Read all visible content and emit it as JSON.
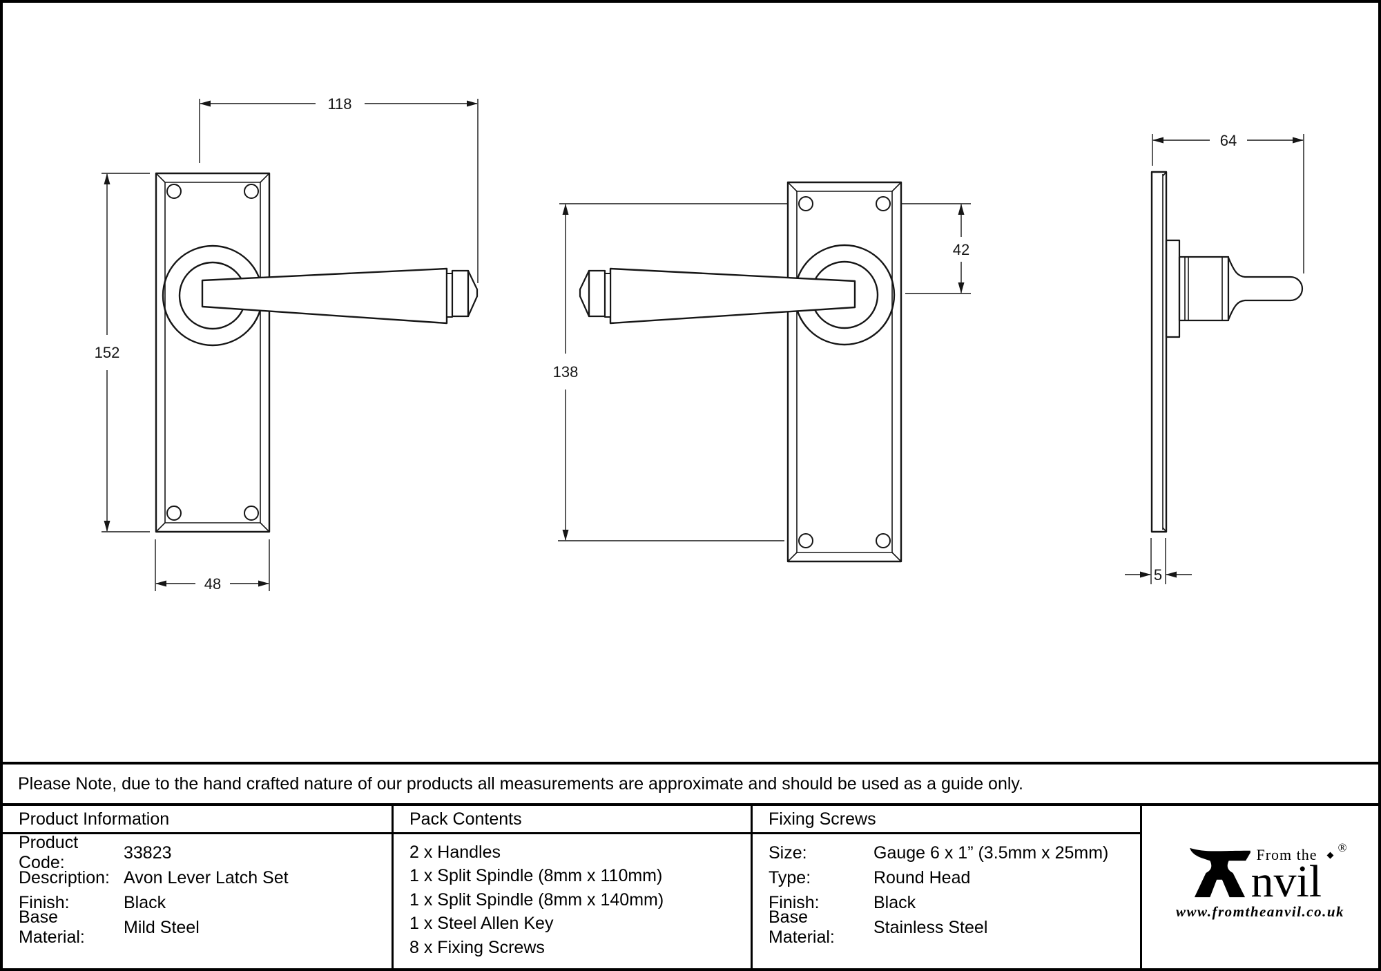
{
  "note": "Please Note, due to the hand crafted nature of our products all measurements are approximate and should be used as a guide only.",
  "table": {
    "product_info": {
      "header": "Product Information",
      "rows": [
        {
          "label": "Product Code:",
          "value": "33823"
        },
        {
          "label": "Description:",
          "value": "Avon Lever Latch Set"
        },
        {
          "label": "Finish:",
          "value": "Black"
        },
        {
          "label": "Base Material:",
          "value": "Mild Steel"
        }
      ]
    },
    "pack_contents": {
      "header": "Pack Contents",
      "items": [
        "2 x Handles",
        "1 x Split Spindle (8mm x 110mm)",
        "1 x Split Spindle (8mm x 140mm)",
        "1 x Steel Allen Key",
        "8 x Fixing Screws"
      ]
    },
    "fixing_screws": {
      "header": "Fixing Screws",
      "rows": [
        {
          "label": "Size:",
          "value": "Gauge 6 x 1” (3.5mm x 25mm)"
        },
        {
          "label": "Type:",
          "value": "Round Head"
        },
        {
          "label": "Finish:",
          "value": "Black"
        },
        {
          "label": "Base Material:",
          "value": "Stainless Steel"
        }
      ]
    }
  },
  "logo": {
    "from_the": "From the",
    "anvil_suffix": "nvil",
    "tittle": "◆",
    "registered": "®",
    "website": "www.fromtheanvil.co.uk"
  },
  "drawing": {
    "dims": {
      "lever_length": "118",
      "plate_height": "152",
      "plate_width": "48",
      "screw_centres": "138",
      "lever_centre_offset": "42",
      "projection": "64",
      "plate_thickness": "5"
    }
  }
}
